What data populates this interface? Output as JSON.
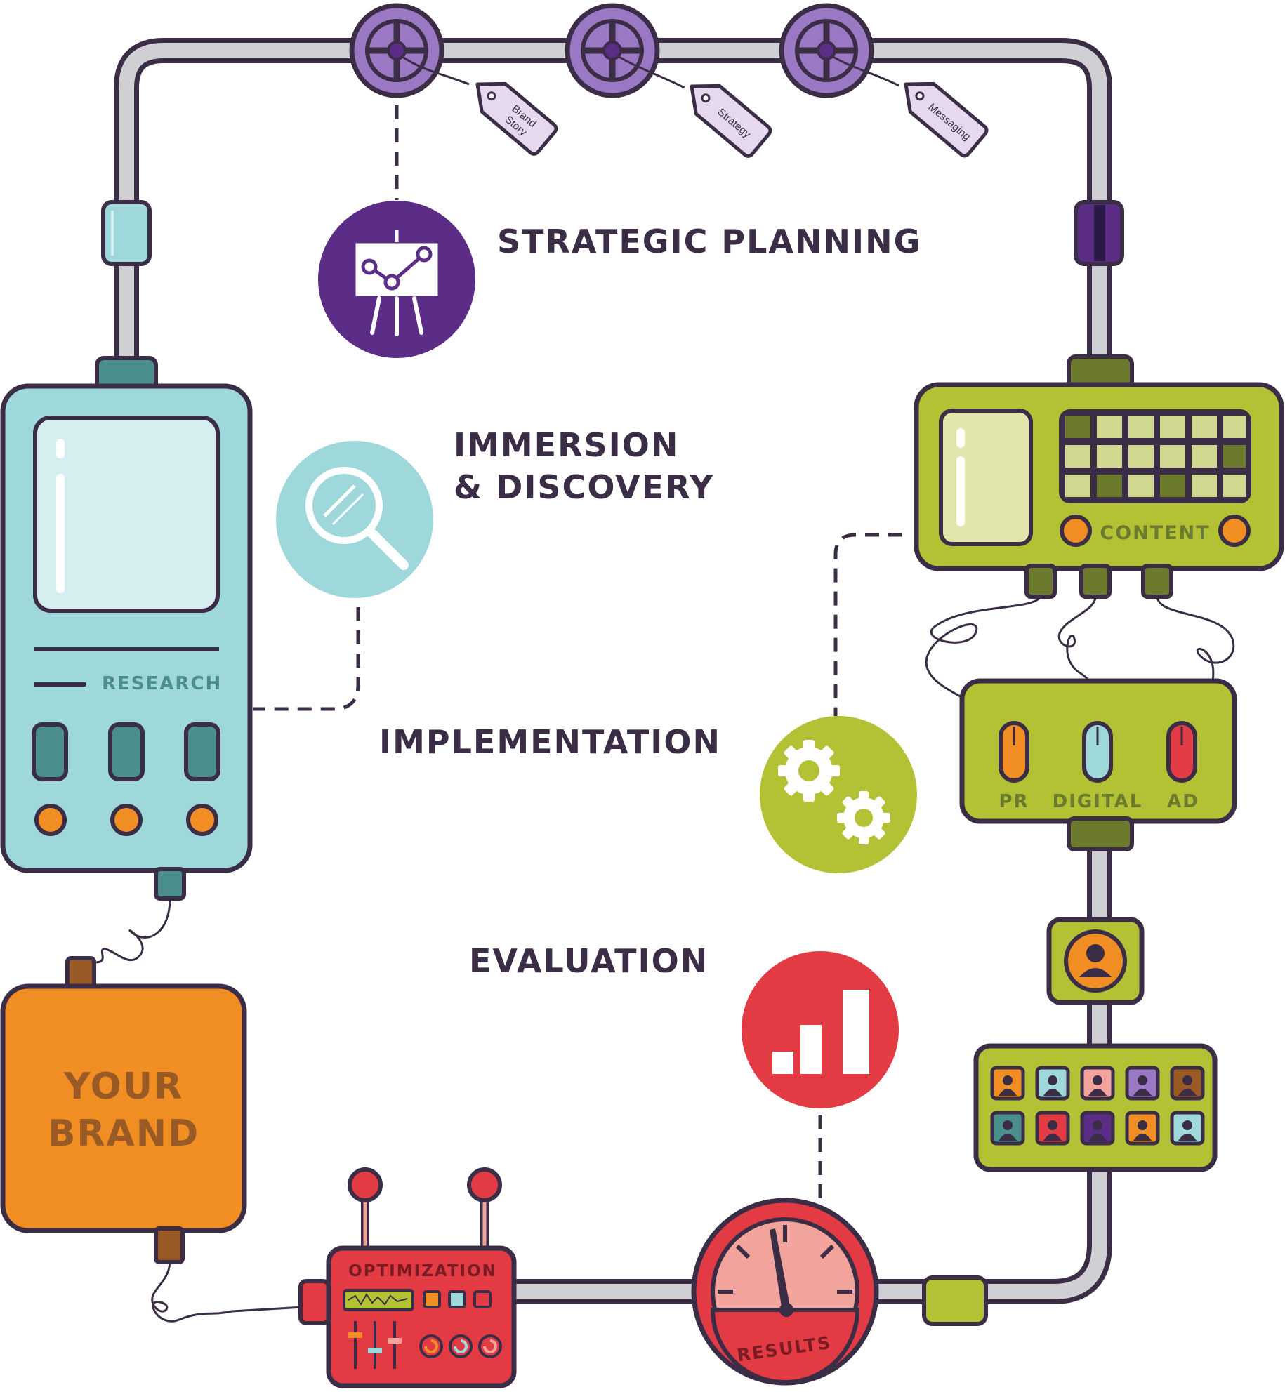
{
  "stages": {
    "strategic_planning": "STRATEGIC PLANNING",
    "immersion_line1": "IMMERSION",
    "immersion_line2": "& DISCOVERY",
    "implementation": "IMPLEMENTATION",
    "evaluation": "EVALUATION"
  },
  "tags": {
    "brand_story_line1": "Brand",
    "brand_story_line2": "Story",
    "strategy": "Strategy",
    "messaging": "Messaging"
  },
  "devices": {
    "research": "RESEARCH",
    "content": "CONTENT",
    "pr": "PR",
    "digital": "DIGITAL",
    "ad": "AD",
    "brand_line1": "YOUR",
    "brand_line2": "BRAND",
    "optimization": "OPTIMIZATION",
    "results": "RESULTS"
  },
  "icons": {
    "strategic": "presentation-chart-icon",
    "immersion": "magnifier-icon",
    "implementation": "gears-icon",
    "evaluation": "bar-chart-icon"
  },
  "colors": {
    "outline": "#3a2d45",
    "pipe": "#cfcfd4",
    "purple": "#5c2d87",
    "lavender": "#9b78c4",
    "teal": "#9fd8da",
    "teal_dark": "#4a8f8c",
    "lime": "#b2c234",
    "lime_dark": "#6b7a2c",
    "orange": "#f08e23",
    "brown": "#9a5a26",
    "red": "#e23b44",
    "salmon": "#f2a49c",
    "tag_fill": "#e6d9ee"
  }
}
